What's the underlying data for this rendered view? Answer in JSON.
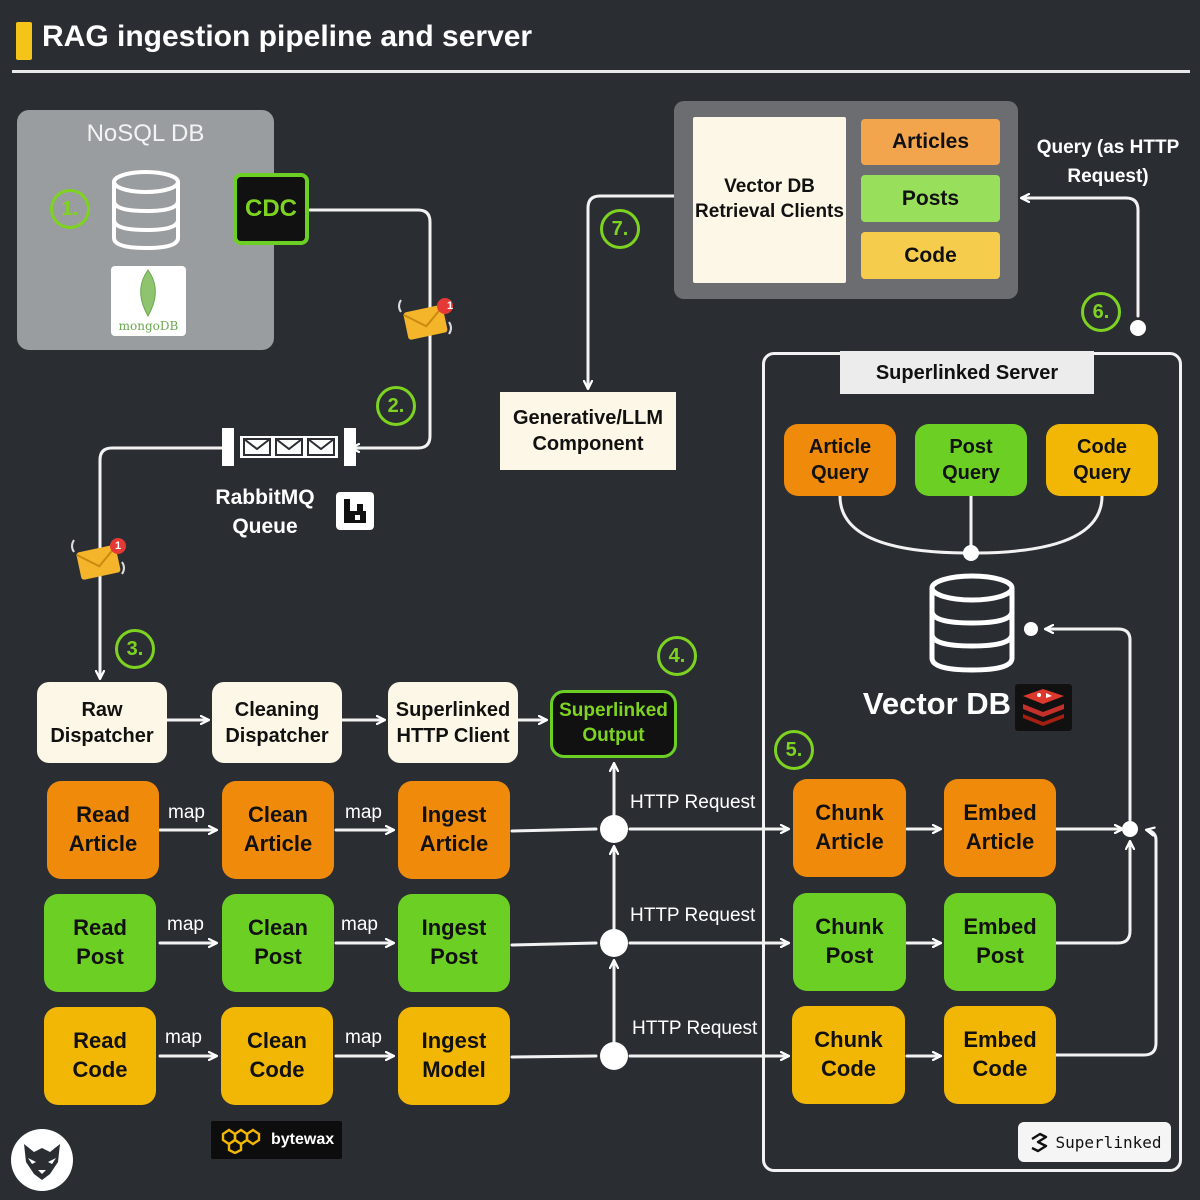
{
  "title": "RAG ingestion pipeline and server",
  "nosql": {
    "title": "NoSQL DB",
    "cdc": "CDC",
    "mongo_label": "mongoDB"
  },
  "steps": [
    "1.",
    "2.",
    "3.",
    "4.",
    "5.",
    "6.",
    "7."
  ],
  "rabbitmq": {
    "line1": "RabbitMQ",
    "line2": "Queue",
    "badge": "1"
  },
  "retrieval": {
    "client_line1": "Vector DB",
    "client_line2": "Retrieval Clients",
    "articles": "Articles",
    "posts": "Posts",
    "code": "Code",
    "query_line1": "Query (as HTTP",
    "query_line2": "Request)"
  },
  "llm": {
    "line1": "Generative/LLM",
    "line2": "Component"
  },
  "server": {
    "title": "Superlinked Server",
    "article_query": [
      "Article",
      "Query"
    ],
    "post_query": [
      "Post",
      "Query"
    ],
    "code_query": [
      "Code",
      "Query"
    ],
    "vector_db": "Vector DB",
    "superlinked_logo": "Superlinked"
  },
  "dispatchers": {
    "raw": [
      "Raw",
      "Dispatcher"
    ],
    "cleaning": [
      "Cleaning",
      "Dispatcher"
    ],
    "client": [
      "Superlinked",
      "HTTP Client"
    ],
    "output": [
      "Superlinked",
      "Output"
    ]
  },
  "rows": [
    {
      "read": [
        "Read",
        "Article"
      ],
      "clean": [
        "Clean",
        "Article"
      ],
      "ingest": [
        "Ingest",
        "Article"
      ],
      "chunk": [
        "Chunk",
        "Article"
      ],
      "embed": [
        "Embed",
        "Article"
      ]
    },
    {
      "read": [
        "Read",
        "Post"
      ],
      "clean": [
        "Clean",
        "Post"
      ],
      "ingest": [
        "Ingest",
        "Post"
      ],
      "chunk": [
        "Chunk",
        "Post"
      ],
      "embed": [
        "Embed",
        "Post"
      ]
    },
    {
      "read": [
        "Read",
        "Code"
      ],
      "clean": [
        "Clean",
        "Code"
      ],
      "ingest": [
        "Ingest",
        "Model"
      ],
      "chunk": [
        "Chunk",
        "Code"
      ],
      "embed": [
        "Embed",
        "Code"
      ]
    }
  ],
  "edge_labels": {
    "map": "map",
    "http": "HTTP Request"
  },
  "bytewax": "bytewax",
  "colors": {
    "orange": "#ef8a0b",
    "green": "#6cd024",
    "yellow": "#f2b704",
    "accent": "#7ed321",
    "background": "#2a2e33"
  }
}
